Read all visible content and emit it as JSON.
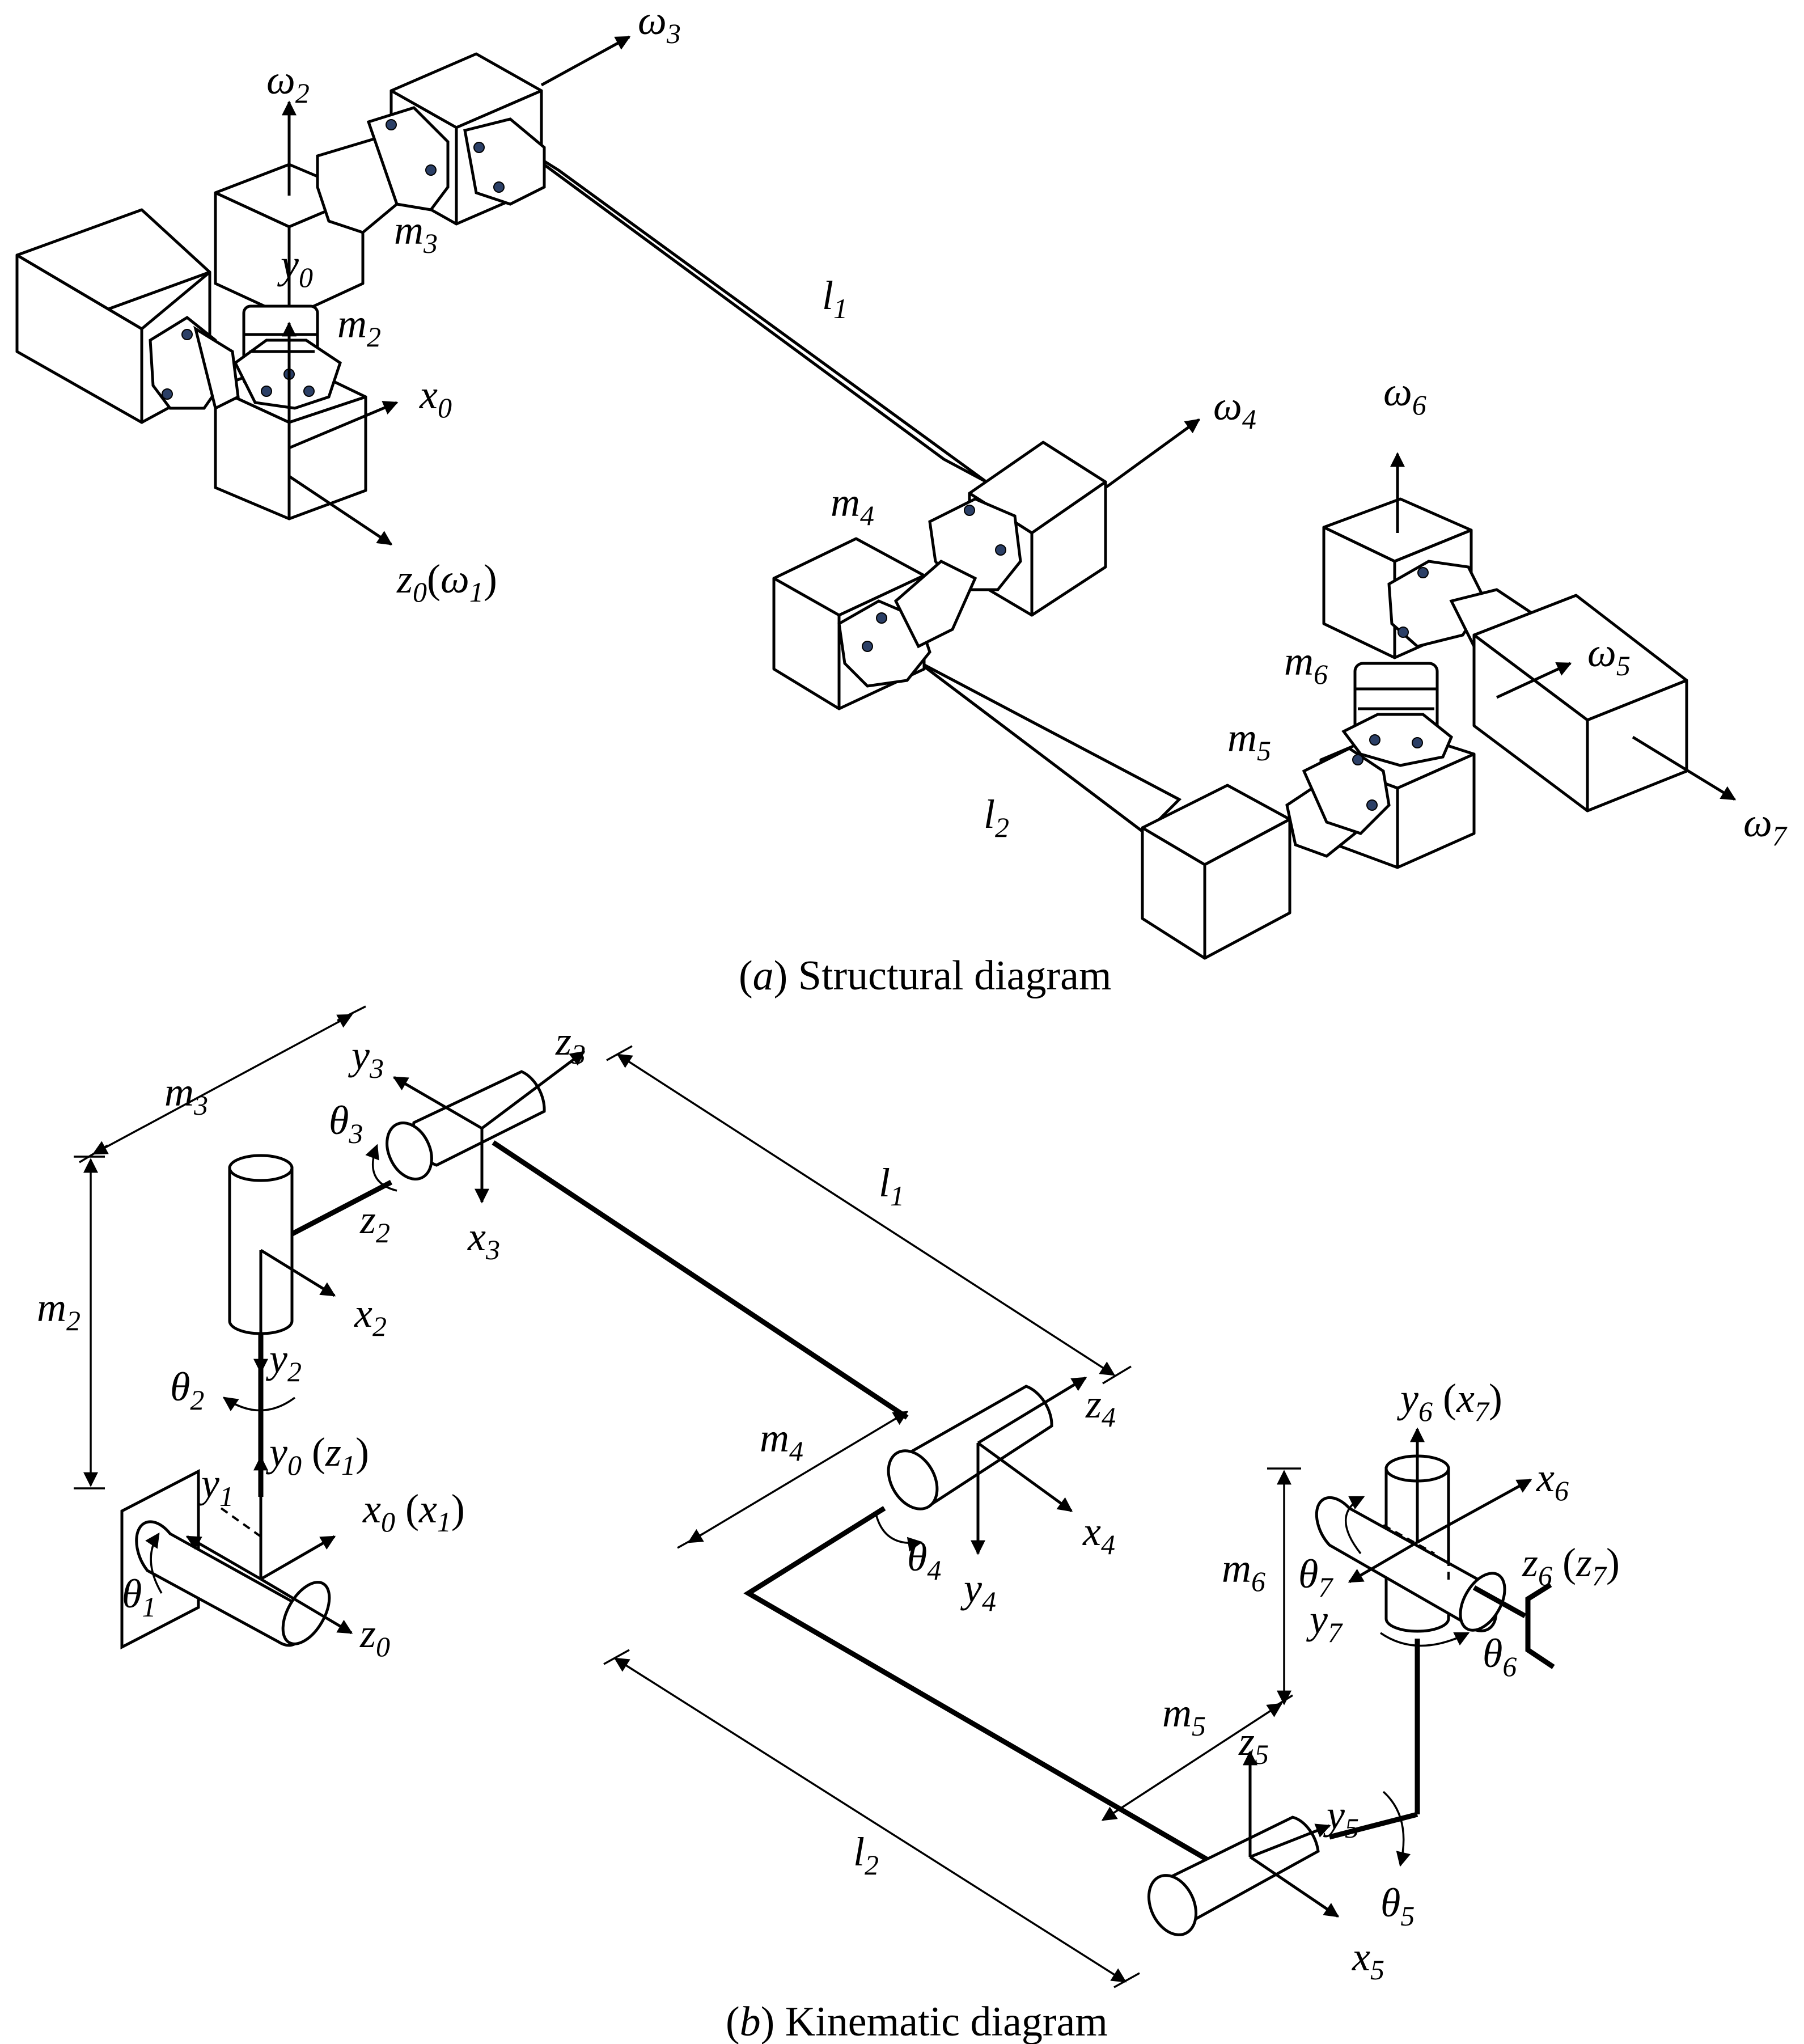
{
  "caption_a": {
    "open": "(",
    "letter": "a",
    "close": ") Structural diagram"
  },
  "caption_b": {
    "open": "(",
    "letter": "b",
    "close": ") Kinematic diagram"
  },
  "structural": {
    "omega": {
      "base": "ω",
      "subs": [
        "1",
        "2",
        "3",
        "4",
        "5",
        "6",
        "7"
      ]
    },
    "y0": {
      "base": "y",
      "sub": "0"
    },
    "x0": {
      "base": "x",
      "sub": "0"
    },
    "z0": {
      "base": "z",
      "sub": "0"
    },
    "m2": {
      "base": "m",
      "sub": "2"
    },
    "m3": {
      "base": "m",
      "sub": "3"
    },
    "m4": {
      "base": "m",
      "sub": "4"
    },
    "m5": {
      "base": "m",
      "sub": "5"
    },
    "m6": {
      "base": "m",
      "sub": "6"
    },
    "l1": {
      "base": "l",
      "sub": "1"
    },
    "l2": {
      "base": "l",
      "sub": "2"
    }
  },
  "kinematic": {
    "m2": {
      "base": "m",
      "sub": "2"
    },
    "m3": {
      "base": "m",
      "sub": "3"
    },
    "m4": {
      "base": "m",
      "sub": "4"
    },
    "m5": {
      "base": "m",
      "sub": "5"
    },
    "m6": {
      "base": "m",
      "sub": "6"
    },
    "l1": {
      "base": "l",
      "sub": "1"
    },
    "l2": {
      "base": "l",
      "sub": "2"
    },
    "y3": {
      "base": "y",
      "sub": "3"
    },
    "z3": {
      "base": "z",
      "sub": "3"
    },
    "x3": {
      "base": "x",
      "sub": "3"
    },
    "z2": {
      "base": "z",
      "sub": "2"
    },
    "x2": {
      "base": "x",
      "sub": "2"
    },
    "y2": {
      "base": "y",
      "sub": "2"
    },
    "theta1": {
      "base": "θ",
      "sub": "1"
    },
    "theta2": {
      "base": "θ",
      "sub": "2"
    },
    "theta3": {
      "base": "θ",
      "sub": "3"
    },
    "theta4": {
      "base": "θ",
      "sub": "4"
    },
    "theta5": {
      "base": "θ",
      "sub": "5"
    },
    "theta6": {
      "base": "θ",
      "sub": "6"
    },
    "theta7": {
      "base": "θ",
      "sub": "7"
    },
    "y0z1": {
      "base": "y",
      "sub": "0",
      "paren_base": "z",
      "paren_sub": "1"
    },
    "x0x1": {
      "base": "x",
      "sub": "0",
      "paren_base": "x",
      "paren_sub": "1"
    },
    "y1": {
      "base": "y",
      "sub": "1"
    },
    "z0": {
      "base": "z",
      "sub": "0"
    },
    "z4": {
      "base": "z",
      "sub": "4"
    },
    "x4": {
      "base": "x",
      "sub": "4"
    },
    "y4": {
      "base": "y",
      "sub": "4"
    },
    "y6x7": {
      "base": "y",
      "sub": "6",
      "paren_base": "x",
      "paren_sub": "7"
    },
    "x6": {
      "base": "x",
      "sub": "6"
    },
    "z6z7": {
      "base": "z",
      "sub": "6",
      "paren_base": "z",
      "paren_sub": "7"
    },
    "y7": {
      "base": "y",
      "sub": "7"
    },
    "z5": {
      "base": "z",
      "sub": "5"
    },
    "y5": {
      "base": "y",
      "sub": "5"
    },
    "x5": {
      "base": "x",
      "sub": "5"
    }
  }
}
